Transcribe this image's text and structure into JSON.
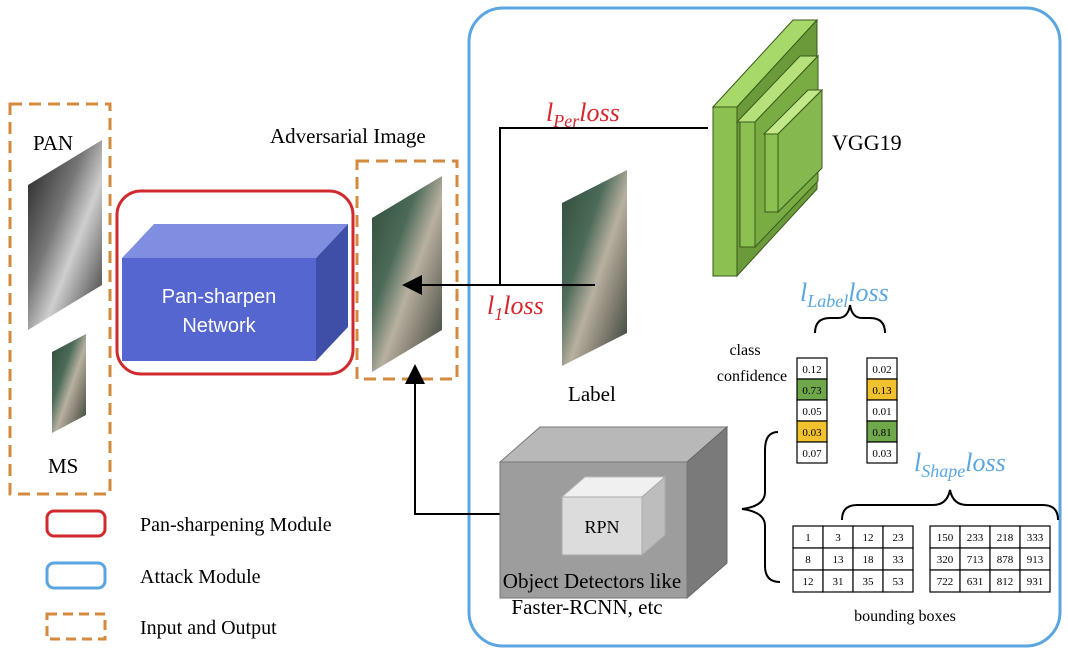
{
  "input": {
    "pan_label": "PAN",
    "ms_label": "MS"
  },
  "network": {
    "line1": "Pan-sharpen",
    "line2": "Network"
  },
  "adversarial": {
    "title": "Adversarial Image"
  },
  "losses": {
    "per": {
      "base": "l",
      "sub": "Per",
      "suffix": "loss"
    },
    "l1": {
      "base": "l",
      "sub": "1",
      "suffix": "loss"
    },
    "label": {
      "base": "l",
      "sub": "Label",
      "suffix": "loss"
    },
    "shape": {
      "base": "l",
      "sub": "Shape",
      "suffix": "loss"
    }
  },
  "vgg": {
    "label": "VGG19"
  },
  "label_image": {
    "caption": "Label"
  },
  "detector": {
    "rpn": "RPN",
    "line1": "Object Detectors like",
    "line2": "Faster-RCNN, etc"
  },
  "class_confidence": {
    "line1": "class",
    "line2": "confidence",
    "col_a": [
      "0.12",
      "0.73",
      "0.05",
      "0.03",
      "0.07"
    ],
    "col_b": [
      "0.02",
      "0.13",
      "0.01",
      "0.81",
      "0.03"
    ],
    "highlight_a": [
      "",
      "green",
      "",
      "yellow",
      ""
    ],
    "highlight_b": [
      "",
      "yellow",
      "",
      "green",
      ""
    ]
  },
  "bounding_boxes": {
    "caption": "bounding boxes",
    "grid_a": [
      [
        "1",
        "3",
        "12",
        "23"
      ],
      [
        "8",
        "13",
        "18",
        "33"
      ],
      [
        "12",
        "31",
        "35",
        "53"
      ]
    ],
    "grid_b": [
      [
        "150",
        "233",
        "218",
        "333"
      ],
      [
        "320",
        "713",
        "878",
        "913"
      ],
      [
        "722",
        "631",
        "812",
        "931"
      ]
    ]
  },
  "legend": {
    "items": [
      {
        "label": "Pan-sharpening Module",
        "style": "red-solid"
      },
      {
        "label": "Attack Module",
        "style": "blue-solid"
      },
      {
        "label": "Input and Output",
        "style": "orange-dashed"
      }
    ]
  },
  "colors": {
    "red": "#d02a2f",
    "blue": "#5aa6e0",
    "orange": "#d48a3c",
    "loss_red": "#d6262b",
    "loss_blue": "#5aa6e0",
    "green_cell": "#6fa84a",
    "yellow_cell": "#f2c12e",
    "vgg_green": "#8cc152"
  }
}
